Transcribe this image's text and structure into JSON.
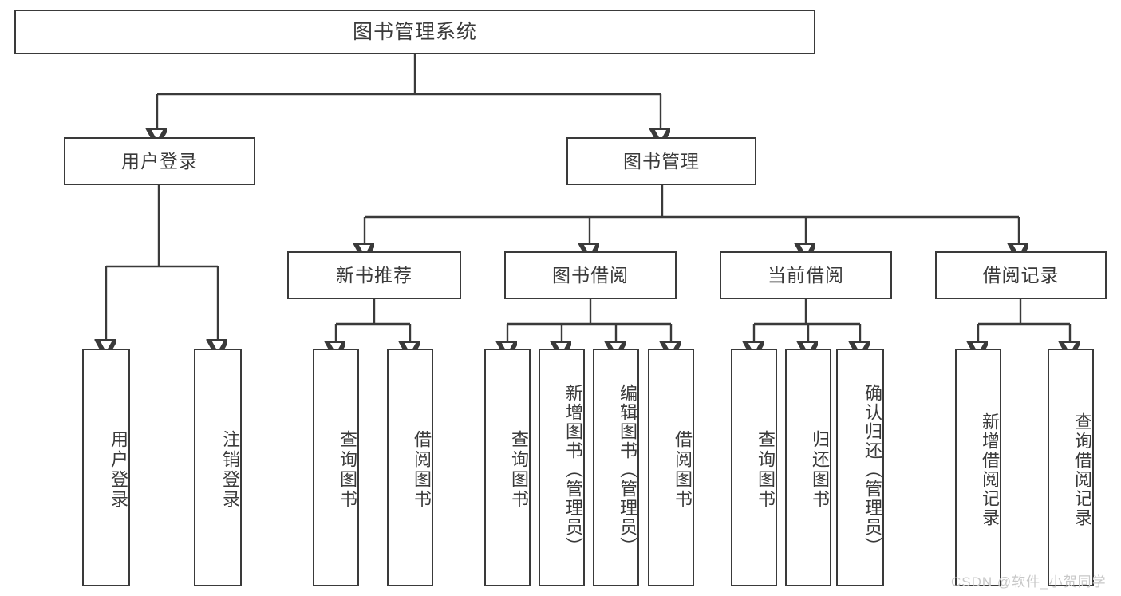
{
  "diagram": {
    "type": "tree-hierarchy-flowchart",
    "root": {
      "label": "图书管理系统"
    },
    "level2": [
      {
        "label": "用户登录"
      },
      {
        "label": "图书管理"
      }
    ],
    "level3": [
      {
        "label": "新书推荐"
      },
      {
        "label": "图书借阅"
      },
      {
        "label": "当前借阅"
      },
      {
        "label": "借阅记录"
      }
    ],
    "leaves": {
      "user_login": [
        {
          "label": "用户登录"
        },
        {
          "label": "注销登录"
        }
      ],
      "new_book_recommend": [
        {
          "label": "查询图书"
        },
        {
          "label": "借阅图书"
        }
      ],
      "book_borrow": [
        {
          "label": "查询图书"
        },
        {
          "label": "新增图书（管理员）"
        },
        {
          "label": "编辑图书（管理员）"
        },
        {
          "label": "借阅图书"
        }
      ],
      "current_borrow": [
        {
          "label": "查询图书"
        },
        {
          "label": "归还图书"
        },
        {
          "label": "确认归还（管理员）"
        }
      ],
      "borrow_record": [
        {
          "label": "新增借阅记录"
        },
        {
          "label": "查询借阅记录"
        }
      ]
    }
  },
  "watermark": {
    "text": "CSDN @软件_小贺同学"
  },
  "colors": {
    "stroke": "#3a3a3a",
    "text": "#3a3a3a",
    "background": "#ffffff",
    "watermark": "#c8c8c8"
  }
}
